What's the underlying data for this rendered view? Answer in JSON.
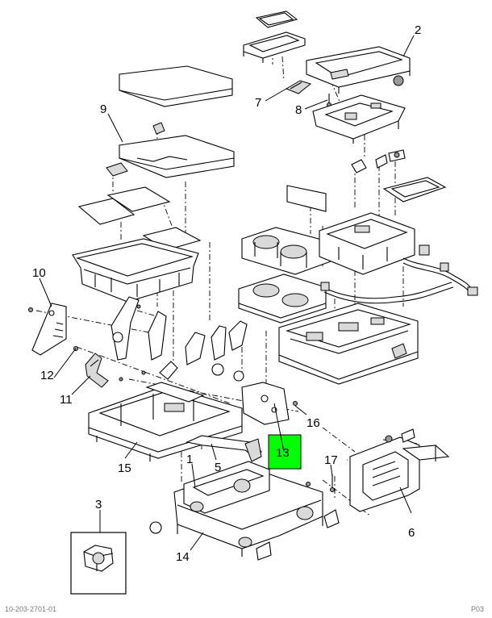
{
  "diagram": {
    "callouts": [
      {
        "id": "c1",
        "label": "1"
      },
      {
        "id": "c2",
        "label": "2"
      },
      {
        "id": "c3",
        "label": "3"
      },
      {
        "id": "c5",
        "label": "5"
      },
      {
        "id": "c6",
        "label": "6"
      },
      {
        "id": "c7",
        "label": "7"
      },
      {
        "id": "c8",
        "label": "8"
      },
      {
        "id": "c9",
        "label": "9"
      },
      {
        "id": "c10",
        "label": "10"
      },
      {
        "id": "c11",
        "label": "11"
      },
      {
        "id": "c12",
        "label": "12"
      },
      {
        "id": "c13",
        "label": "13"
      },
      {
        "id": "c14",
        "label": "14"
      },
      {
        "id": "c15",
        "label": "15"
      },
      {
        "id": "c16",
        "label": "16"
      },
      {
        "id": "c17",
        "label": "17"
      }
    ],
    "highlight_color": "#00ff00",
    "footer_left": "10-203-2701-01",
    "footer_right": "P03"
  }
}
